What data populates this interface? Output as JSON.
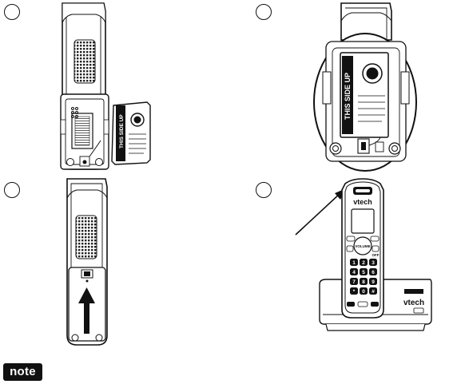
{
  "labels": {
    "battery_label_1": "THIS SIDE UP",
    "battery_label_2": "THIS SIDE UP",
    "brand_1": "vtech",
    "brand_2": "vtech",
    "volume": "VOLUME",
    "off": "OFF",
    "note": "note"
  },
  "keypad": [
    "1",
    "2",
    "3",
    "4",
    "5",
    "6",
    "7",
    "8",
    "9",
    "*",
    "0",
    "#"
  ],
  "icons": [
    "step-circle",
    "arrow-up-icon",
    "pointer-arrow-icon"
  ]
}
